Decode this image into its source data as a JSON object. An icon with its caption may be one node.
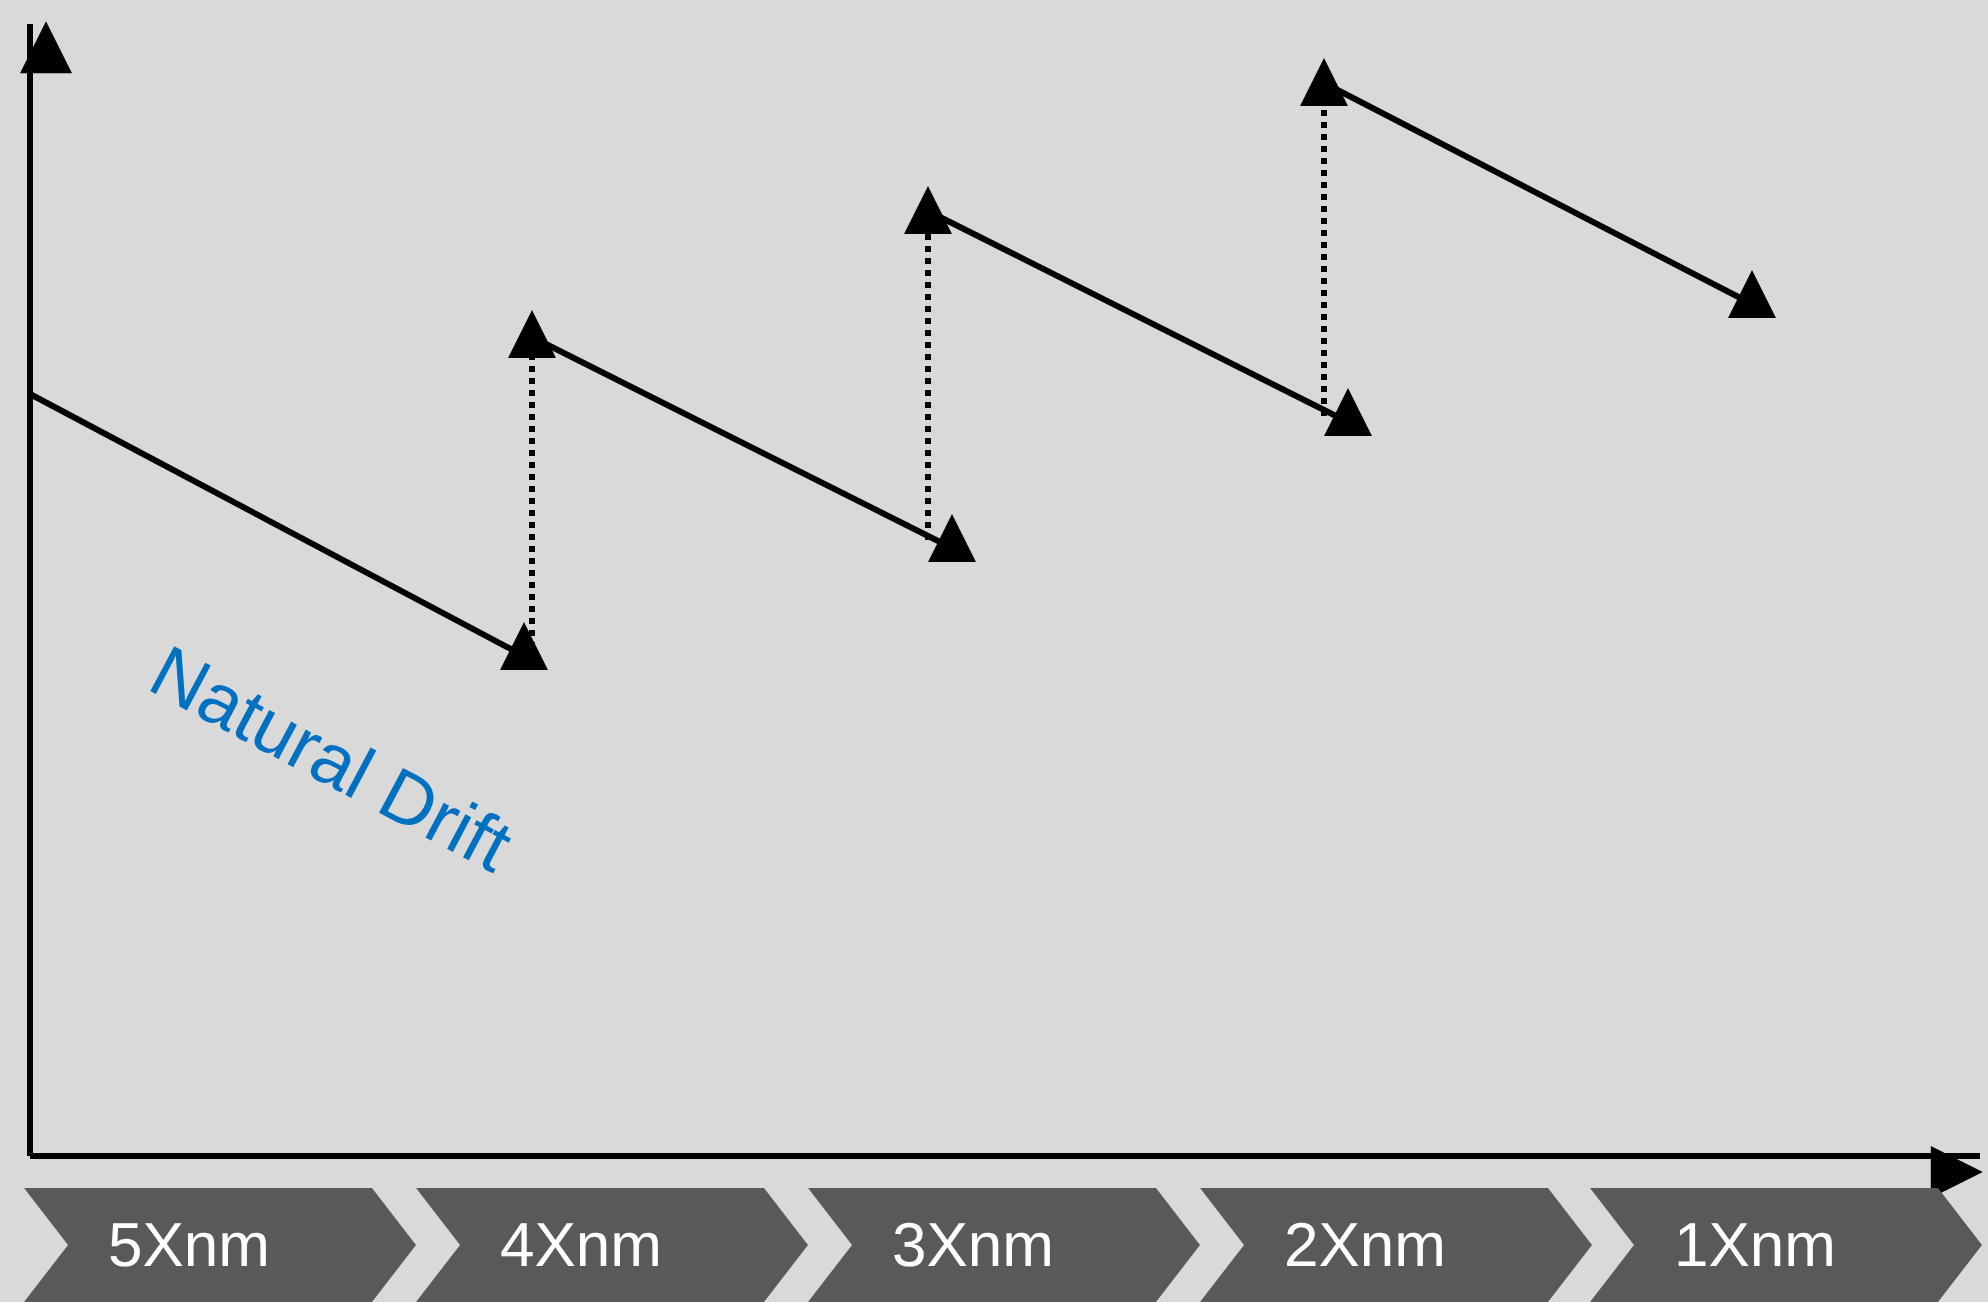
{
  "diagram": {
    "nodes": [
      {
        "text": [
          "5Xnm"
        ]
      },
      {
        "text": [
          "4Xnm"
        ]
      },
      {
        "text": [
          "3Xnm"
        ]
      },
      {
        "text": [
          "2Xnm"
        ]
      },
      {
        "text": [
          "1Xnm"
        ]
      }
    ],
    "labels": [
      "Natural Drift"
    ]
  }
}
